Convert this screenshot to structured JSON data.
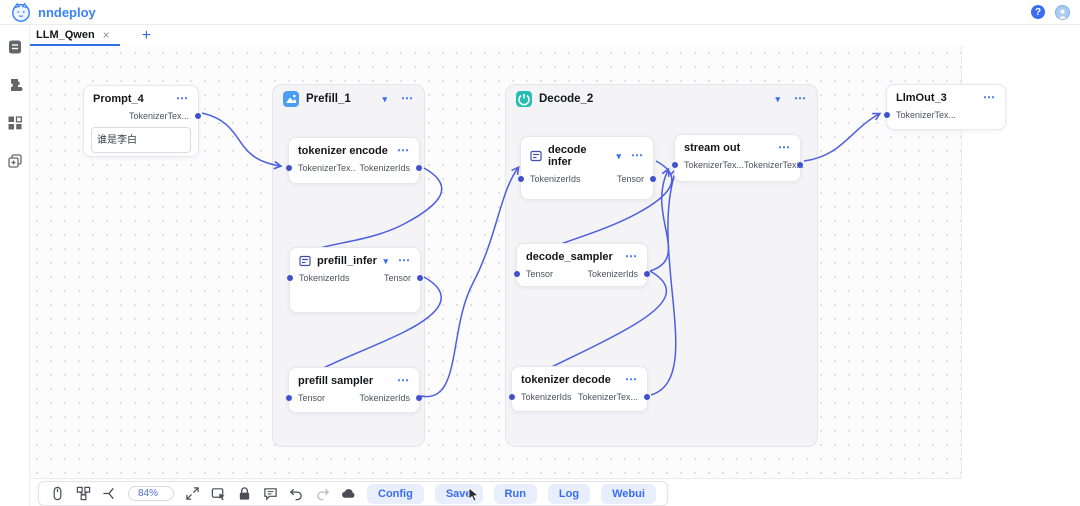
{
  "icons": {
    "more": "⋯",
    "caret": "▾",
    "plus": "+",
    "close": "×",
    "help": "?"
  },
  "header": {
    "brand": "nndeploy"
  },
  "tabs": {
    "active_label": "LLM_Qwen"
  },
  "sidebar": {
    "icons": [
      "workflow-journal-icon",
      "plugin-puzzle-icon",
      "node-blocks-icon",
      "new-window-icon"
    ]
  },
  "colors": {
    "accent_blue": "#3b6ef5",
    "edge_indigo": "#4e5ee0",
    "port_dot": "#4150cc",
    "prefill_icon": "#4a9ff5",
    "decode_icon": "#27bdb0",
    "button_bg": "#e9eefc"
  },
  "canvas": {
    "nodes": {
      "prompt": {
        "title": "Prompt_4",
        "out": "TokenizerTex...",
        "input_value": "谁是李白"
      },
      "prefill_group": {
        "title": "Prefill_1"
      },
      "tokenizer_encode": {
        "title": "tokenizer encode",
        "in": "TokenizerTex..",
        "out": "TokenizerIds"
      },
      "prefill_infer": {
        "title": "prefill_infer",
        "in": "TokenizerIds",
        "out": "Tensor"
      },
      "prefill_sampler": {
        "title": "prefill sampler",
        "in": "Tensor",
        "out": "TokenizerIds"
      },
      "decode_group": {
        "title": "Decode_2"
      },
      "decode_infer": {
        "title": "decode infer",
        "in": "TokenizerIds",
        "out": "Tensor"
      },
      "decode_sampler": {
        "title": "decode_sampler",
        "in": "Tensor",
        "out": "TokenizerIds"
      },
      "tokenizer_decode": {
        "title": "tokenizer decode",
        "in": "TokenizerIds",
        "out": "TokenizerTex..."
      },
      "stream_out": {
        "title": "stream out",
        "in": "TokenizerTex...",
        "out": "TokenizerTex..."
      },
      "llm_out": {
        "title": "LlmOut_3",
        "in": "TokenizerTex..."
      }
    }
  },
  "toolbar": {
    "zoom_value": "84%",
    "buttons": [
      "Config",
      "Save",
      "Run",
      "Log",
      "Webui"
    ]
  }
}
